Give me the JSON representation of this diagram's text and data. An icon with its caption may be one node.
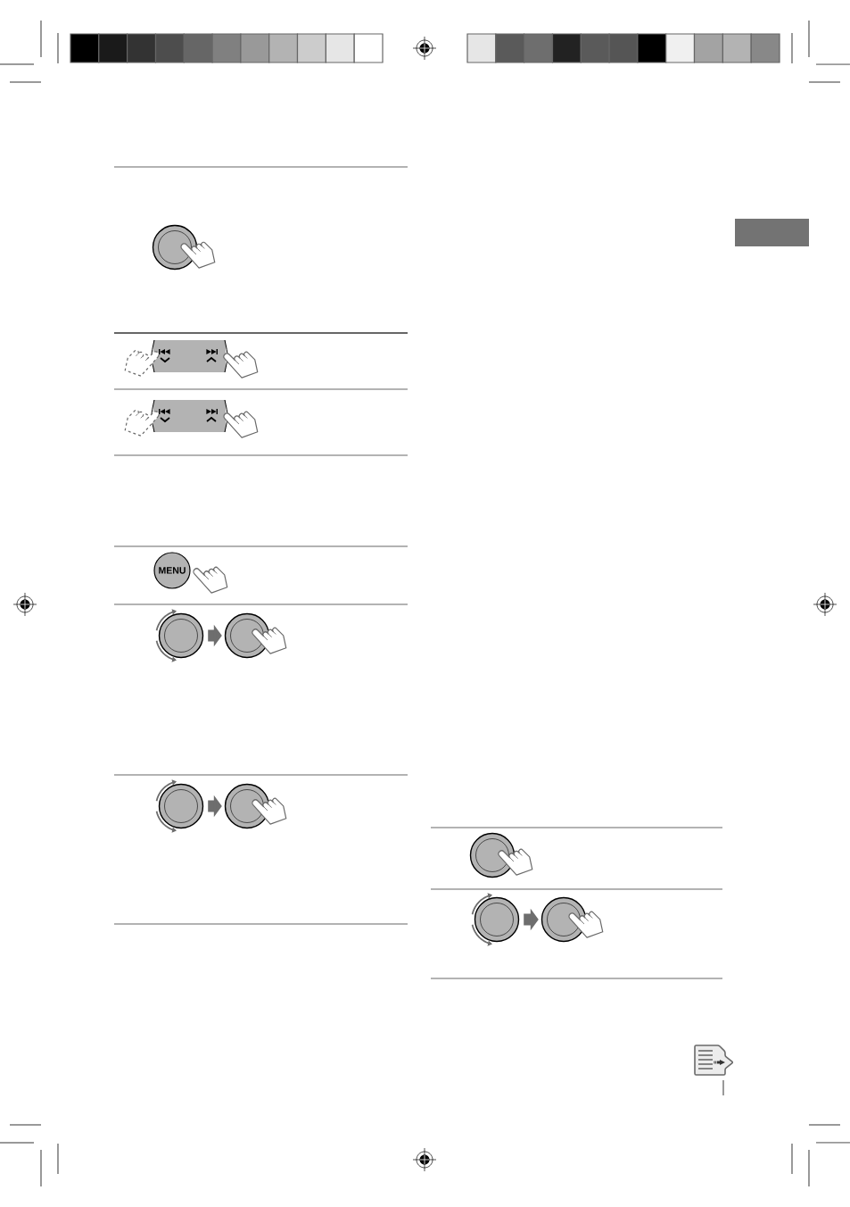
{
  "diagram": {
    "nodes": [
      {
        "text": [],
        "shape": "circle"
      },
      {
        "text": [
          "MENU"
        ]
      },
      {
        "text": [],
        "shape": "circle"
      },
      {
        "text": [],
        "shape": "circle"
      },
      {
        "text": [],
        "shape": "circle"
      },
      {
        "text": [],
        "shape": "circle"
      },
      {
        "text": [],
        "shape": "box"
      },
      {
        "text": [],
        "shape": "circle"
      },
      {
        "text": [],
        "shape": "circle"
      },
      {
        "text": [],
        "shape": "circle"
      }
    ],
    "edges": [
      {
        "from": 2,
        "to": 3,
        "arrow": "to"
      },
      {
        "from": 4,
        "to": 5,
        "arrow": "to"
      },
      {
        "from": 8,
        "to": 9,
        "arrow": "to"
      }
    ]
  }
}
